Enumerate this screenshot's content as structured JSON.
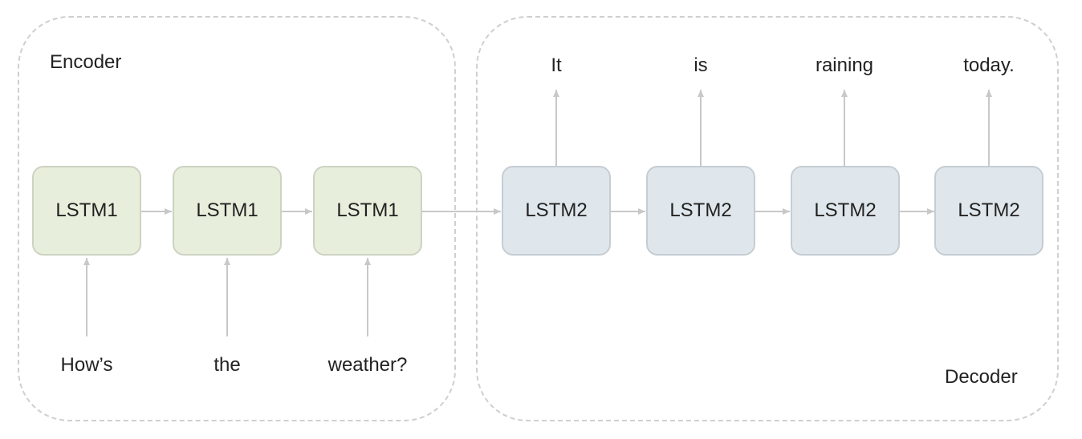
{
  "encoder": {
    "label": "Encoder",
    "cell_label": "LSTM1",
    "inputs": [
      "How’s",
      "the",
      "weather?"
    ]
  },
  "decoder": {
    "label": "Decoder",
    "cell_label": "LSTM2",
    "outputs": [
      "It",
      "is",
      "raining",
      "today."
    ]
  },
  "colors": {
    "encoder_fill": "#e8eedc",
    "decoder_fill": "#e0e7ec",
    "arrow": "#c8c8c8",
    "dashed_border": "#cfcfcf"
  }
}
